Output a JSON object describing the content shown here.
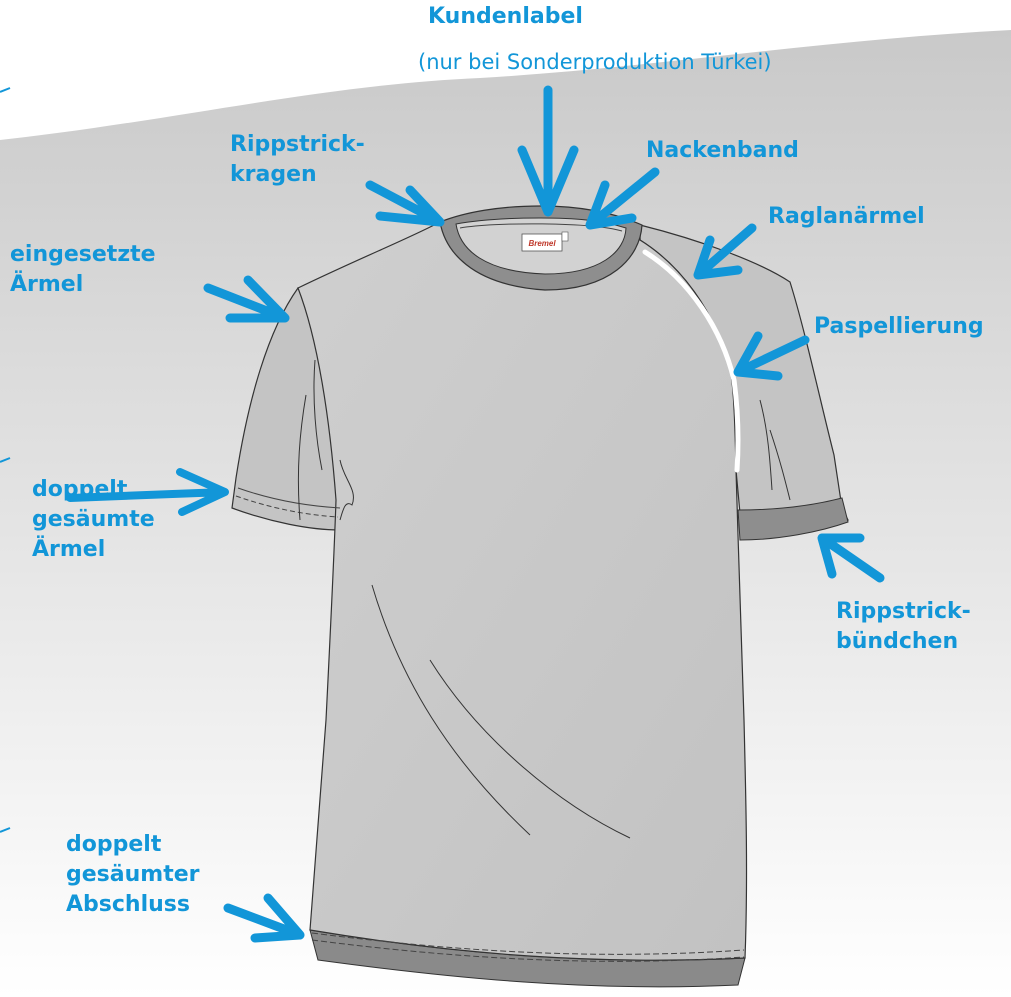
{
  "labels": {
    "kundenlabel": {
      "title": "Kundenlabel",
      "note": "(nur bei Sonderproduktion Türkei)"
    },
    "rippstrickkragen": {
      "lines": [
        "Rippstrick-",
        "kragen"
      ]
    },
    "nackenband": {
      "lines": [
        "Nackenband"
      ]
    },
    "raglanaermel": {
      "lines": [
        "Raglanärmel"
      ]
    },
    "eingesetzte_aermel": {
      "lines": [
        "eingesetzte",
        "Ärmel"
      ]
    },
    "paspellierung": {
      "lines": [
        "Paspellierung"
      ]
    },
    "doppelt_gesaeumte_aermel": {
      "lines": [
        "doppelt",
        "gesäumte",
        "Ärmel"
      ]
    },
    "rippstrickbuendchen": {
      "lines": [
        "Rippstrick-",
        "bündchen"
      ]
    },
    "doppelt_gesaeumter_abschluss": {
      "lines": [
        "doppelt",
        "gesäumter",
        "Abschluss"
      ]
    }
  },
  "neck_label_brand": "Bremel",
  "colors": {
    "accent": "#1296d8",
    "shirt_body": "#c6c6c6",
    "rib_trim": "#8e8e8e",
    "piping": "#ffffff",
    "background_wave": "#d4d4d4"
  }
}
